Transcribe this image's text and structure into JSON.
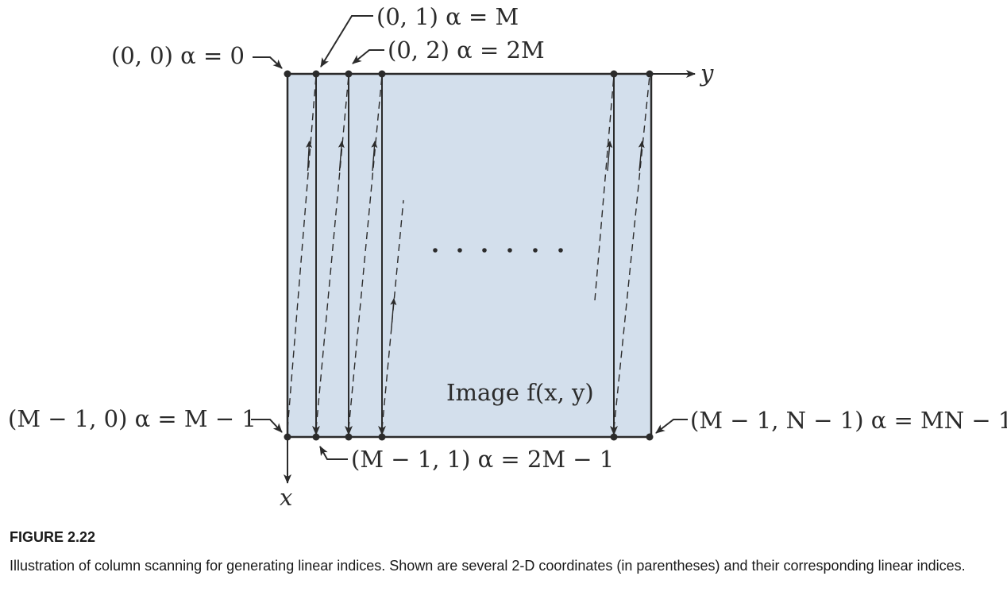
{
  "labels": {
    "origin": "(0, 0)  α = 0",
    "col1_top": "(0, 1)  α = M",
    "col2_top": "(0, 2)  α = 2M",
    "bottom_left": "(M − 1, 0)  α = M − 1",
    "bottom_col1": "(M − 1, 1)  α = 2M − 1",
    "bottom_right": "(M − 1, N − 1)  α = MN − 1",
    "image": "Image f(x, y)",
    "y_axis": "y",
    "x_axis": "x"
  },
  "caption": {
    "title": "FIGURE 2.22",
    "text": "Illustration of column scanning for generating linear indices. Shown are several 2-D coordinates (in parentheses) and their corresponding linear indices."
  },
  "colors": {
    "image_fill": "#d3dfec",
    "line": "#2b2b2b"
  }
}
